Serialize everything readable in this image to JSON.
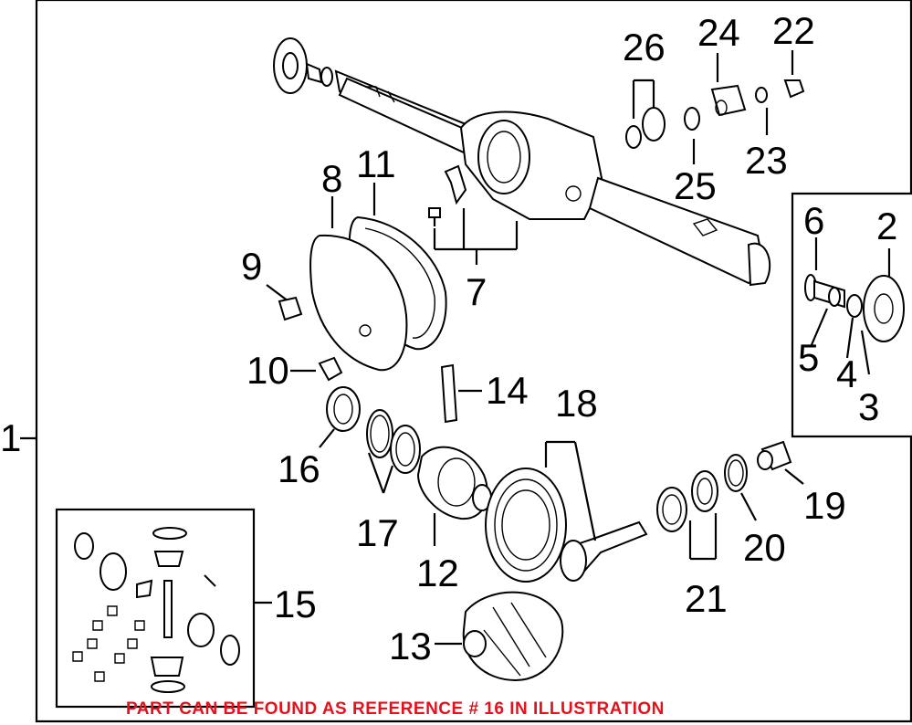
{
  "diagram": {
    "callouts": {
      "c1": "1",
      "c2": "2",
      "c3": "3",
      "c4": "4",
      "c5": "5",
      "c6": "6",
      "c7": "7",
      "c8": "8",
      "c9": "9",
      "c10": "10",
      "c11": "11",
      "c12": "12",
      "c13": "13",
      "c14": "14",
      "c15": "15",
      "c16": "16",
      "c17": "17",
      "c18": "18",
      "c19": "19",
      "c20": "20",
      "c21": "21",
      "c22": "22",
      "c23": "23",
      "c24": "24",
      "c25": "25",
      "c26": "26"
    },
    "note": "PART CAN BE FOUND AS REFERENCE # 16 IN ILLUSTRATION",
    "colors": {
      "line": "#000000",
      "background": "#ffffff",
      "note": "#e8101a"
    }
  }
}
